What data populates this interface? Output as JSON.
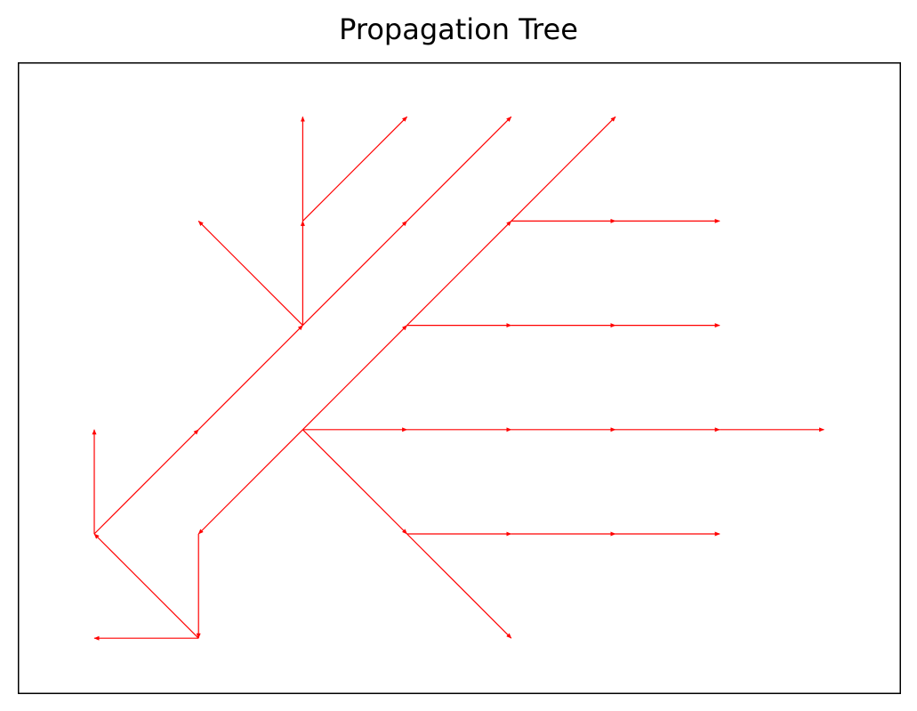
{
  "title": "Propagation Tree",
  "chart_data": {
    "type": "diagram",
    "title": "Propagation Tree",
    "edge_color": "#ff0000",
    "frame_color": "#000000",
    "xlim": [
      -1,
      7.5
    ],
    "ylim": [
      -1.5,
      4.5
    ],
    "axes_visible": false,
    "grid": false,
    "edges": [
      {
        "from": [
          2,
          1
        ],
        "to": [
          3,
          1
        ]
      },
      {
        "from": [
          3,
          1
        ],
        "to": [
          4,
          1
        ]
      },
      {
        "from": [
          4,
          1
        ],
        "to": [
          5,
          1
        ]
      },
      {
        "from": [
          5,
          1
        ],
        "to": [
          6,
          1
        ]
      },
      {
        "from": [
          6,
          1
        ],
        "to": [
          7,
          1
        ]
      },
      {
        "from": [
          2,
          1
        ],
        "to": [
          3,
          0
        ]
      },
      {
        "from": [
          3,
          0
        ],
        "to": [
          4,
          -1
        ]
      },
      {
        "from": [
          3,
          0
        ],
        "to": [
          4,
          0
        ]
      },
      {
        "from": [
          4,
          0
        ],
        "to": [
          5,
          0
        ]
      },
      {
        "from": [
          5,
          0
        ],
        "to": [
          6,
          0
        ]
      },
      {
        "from": [
          2,
          1
        ],
        "to": [
          3,
          2
        ]
      },
      {
        "from": [
          3,
          2
        ],
        "to": [
          4,
          2
        ]
      },
      {
        "from": [
          4,
          2
        ],
        "to": [
          5,
          2
        ]
      },
      {
        "from": [
          5,
          2
        ],
        "to": [
          6,
          2
        ]
      },
      {
        "from": [
          3,
          2
        ],
        "to": [
          4,
          3
        ]
      },
      {
        "from": [
          4,
          3
        ],
        "to": [
          5,
          3
        ]
      },
      {
        "from": [
          5,
          3
        ],
        "to": [
          6,
          3
        ]
      },
      {
        "from": [
          4,
          3
        ],
        "to": [
          5,
          4
        ]
      },
      {
        "from": [
          2,
          1
        ],
        "to": [
          1,
          0
        ]
      },
      {
        "from": [
          1,
          0
        ],
        "to": [
          1,
          -1
        ]
      },
      {
        "from": [
          1,
          -1
        ],
        "to": [
          0,
          -1
        ]
      },
      {
        "from": [
          1,
          -1
        ],
        "to": [
          0,
          0
        ]
      },
      {
        "from": [
          0,
          0
        ],
        "to": [
          0,
          1
        ]
      },
      {
        "from": [
          0,
          0
        ],
        "to": [
          1,
          1
        ]
      },
      {
        "from": [
          1,
          1
        ],
        "to": [
          2,
          2
        ]
      },
      {
        "from": [
          2,
          2
        ],
        "to": [
          1,
          3
        ]
      },
      {
        "from": [
          2,
          2
        ],
        "to": [
          2,
          3
        ]
      },
      {
        "from": [
          2,
          3
        ],
        "to": [
          2,
          4
        ]
      },
      {
        "from": [
          2,
          3
        ],
        "to": [
          3,
          4
        ]
      },
      {
        "from": [
          2,
          2
        ],
        "to": [
          3,
          3
        ]
      },
      {
        "from": [
          3,
          3
        ],
        "to": [
          4,
          4
        ]
      }
    ]
  }
}
